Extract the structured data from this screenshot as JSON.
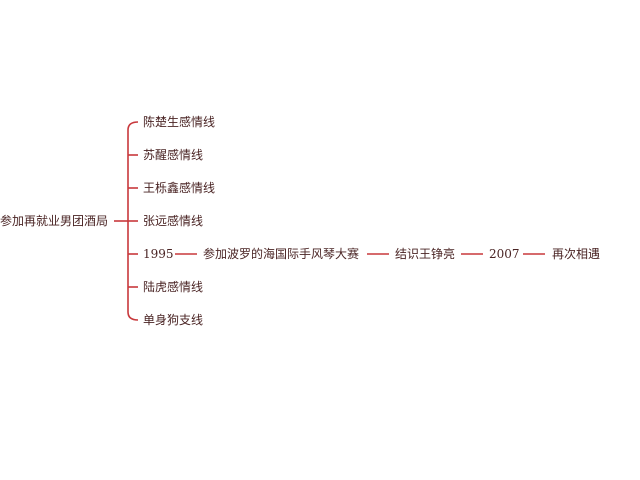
{
  "root": "参加再就业男团酒局",
  "branches": [
    {
      "label": "陈楚生感情线"
    },
    {
      "label": "苏醒感情线"
    },
    {
      "label": "王栎鑫感情线"
    },
    {
      "label": "张远感情线"
    },
    {
      "label": "1995",
      "chain": [
        "参加波罗的海国际手风琴大赛",
        "结识王铮亮",
        "2007",
        "再次相遇"
      ]
    },
    {
      "label": "陆虎感情线"
    },
    {
      "label": "单身狗支线"
    }
  ],
  "colors": {
    "line": "#c8383c",
    "text": "#4a2424"
  }
}
